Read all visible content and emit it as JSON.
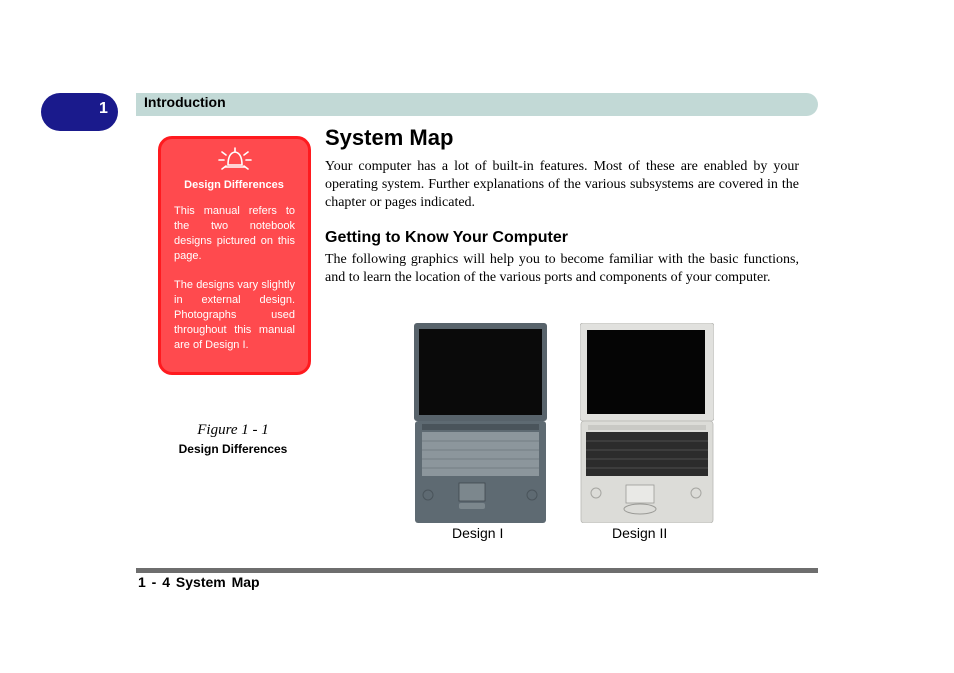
{
  "header": {
    "chapter_number": "1",
    "section_title": "Introduction"
  },
  "note": {
    "icon": "warning-bell-icon",
    "title": "Design Differences",
    "paragraph1": "This manual refers to the two notebook designs pictured on this page.",
    "paragraph2": "The designs vary slightly in external design. Photographs used throughout this manual are of Design I."
  },
  "figure": {
    "label": "Figure 1 - 1",
    "title": "Design Differences",
    "designs": [
      {
        "label": "Design I"
      },
      {
        "label": "Design II"
      }
    ]
  },
  "main": {
    "title": "System Map",
    "intro": "Your computer has a lot of built-in features. Most of these are enabled by your operating system. Further explanations of the various subsystems are covered in the chapter or pages indicated.",
    "subheading": "Getting to Know Your Computer",
    "body": "The following graphics will help you to become familiar with the basic functions, and to learn the location of the various ports and components of your computer."
  },
  "footer": {
    "page_label": "1 - 4 System Map"
  },
  "colors": {
    "chapter_tab": "#1a1a8c",
    "header_bar": "#c2d9d6",
    "note_fill": "#ff4a4e",
    "note_border": "#ff1a1f"
  }
}
